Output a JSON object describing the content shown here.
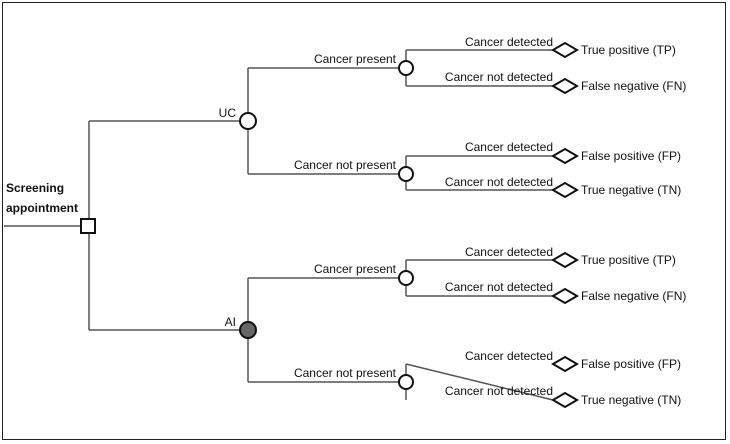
{
  "root": {
    "line1": "Screening",
    "line2": "appointment"
  },
  "strategies": [
    {
      "label": "UC",
      "branches": [
        {
          "label": "Cancer present",
          "outcomes": [
            {
              "test": "Cancer detected",
              "result": "True positive (TP)"
            },
            {
              "test": "Cancer not detected",
              "result": "False negative (FN)"
            }
          ]
        },
        {
          "label": "Cancer not present",
          "outcomes": [
            {
              "test": "Cancer detected",
              "result": "False positive (FP)"
            },
            {
              "test": "Cancer not detected",
              "result": "True negative (TN)"
            }
          ]
        }
      ]
    },
    {
      "label": "AI",
      "branches": [
        {
          "label": "Cancer present",
          "outcomes": [
            {
              "test": "Cancer detected",
              "result": "True positive (TP)"
            },
            {
              "test": "Cancer not detected",
              "result": "False negative (FN)"
            }
          ]
        },
        {
          "label": "Cancer not present",
          "outcomes": [
            {
              "test": "Cancer detected",
              "result": "False positive (FP)"
            },
            {
              "test": "Cancer not detected",
              "result": "True negative (TN)"
            }
          ]
        }
      ]
    }
  ],
  "colors": {
    "line": "#555555",
    "node_border": "#111111",
    "ai_node_fill": "#666666"
  }
}
